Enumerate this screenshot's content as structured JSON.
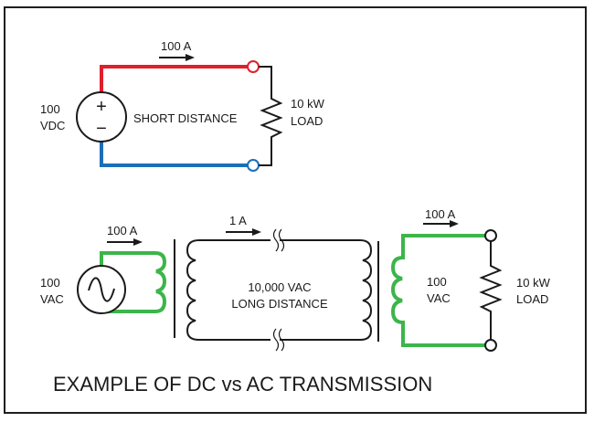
{
  "colors": {
    "positive_wire": "#e11f2b",
    "negative_wire": "#1a6fb8",
    "ac_wire": "#3cb54a",
    "wire": "#1a1a1a"
  },
  "dc_circuit": {
    "current": "100 A",
    "source_voltage_line1": "100",
    "source_voltage_line2": "VDC",
    "plus_symbol": "+",
    "minus_symbol": "−",
    "distance_label": "SHORT DISTANCE",
    "load_line1": "10 kW",
    "load_line2": "LOAD"
  },
  "ac_circuit": {
    "primary_current": "100 A",
    "source_voltage_line1": "100",
    "source_voltage_line2": "VAC",
    "line_current": "1 A",
    "line_voltage": "10,000 VAC",
    "line_distance": "LONG DISTANCE",
    "secondary_current": "100 A",
    "secondary_voltage_line1": "100",
    "secondary_voltage_line2": "VAC",
    "load_line1": "10 kW",
    "load_line2": "LOAD"
  },
  "title": "EXAMPLE OF DC vs AC TRANSMISSION"
}
